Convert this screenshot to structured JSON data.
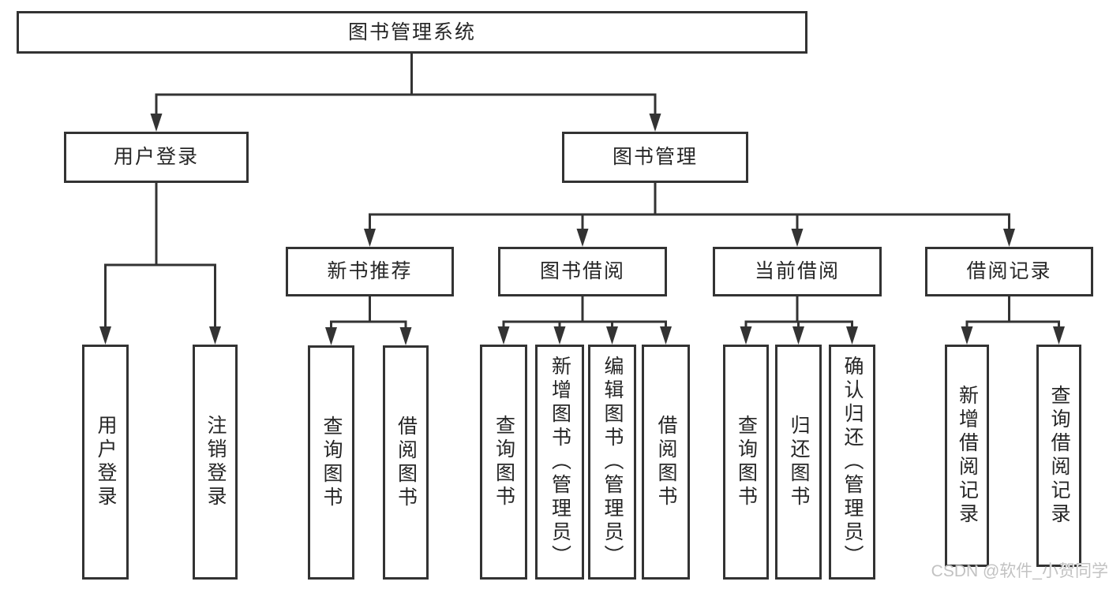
{
  "diagram": {
    "title": "图书管理系统",
    "watermark": "CSDN @软件_小贺同学",
    "colors": {
      "line": "#333333",
      "box_border": "#333333",
      "box_fill": "#ffffff",
      "text": "#262626",
      "watermark": "#c2c2c2",
      "background": "#ffffff"
    },
    "tree": {
      "label": "图书管理系统",
      "children": [
        {
          "label": "用户登录",
          "children": [
            {
              "label": "用户登录"
            },
            {
              "label": "注销登录"
            }
          ]
        },
        {
          "label": "图书管理",
          "children": [
            {
              "label": "新书推荐",
              "children": [
                {
                  "label": "查询图书"
                },
                {
                  "label": "借阅图书"
                }
              ]
            },
            {
              "label": "图书借阅",
              "children": [
                {
                  "label": "查询图书"
                },
                {
                  "label": "新增图书（管理员）"
                },
                {
                  "label": "编辑图书（管理员）"
                },
                {
                  "label": "借阅图书"
                }
              ]
            },
            {
              "label": "当前借阅",
              "children": [
                {
                  "label": "查询图书"
                },
                {
                  "label": "归还图书"
                },
                {
                  "label": "确认归还（管理员）"
                }
              ]
            },
            {
              "label": "借阅记录",
              "children": [
                {
                  "label": "新增借阅记录"
                },
                {
                  "label": "查询借阅记录"
                }
              ]
            }
          ]
        }
      ]
    }
  }
}
